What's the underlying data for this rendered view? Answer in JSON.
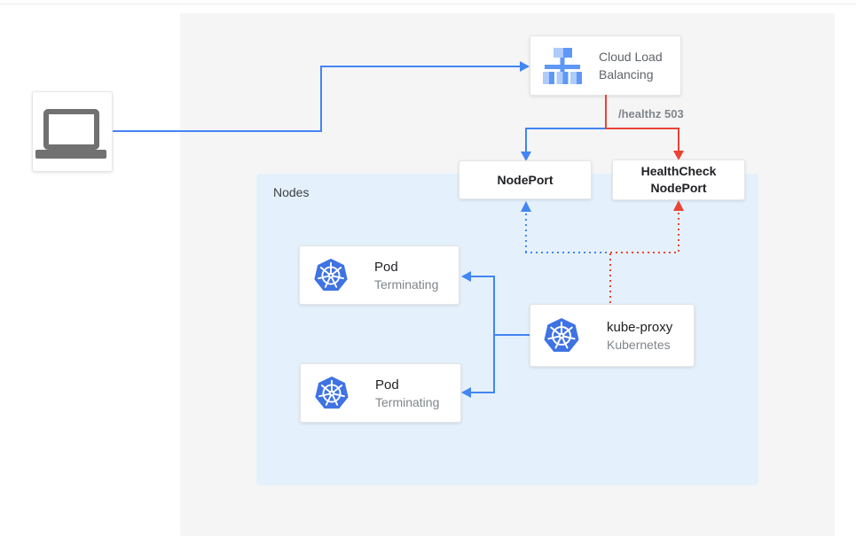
{
  "diagram_title": "kubernetes-health-check-nodeport-diagram",
  "colors": {
    "arrow_blue": "#4285f4",
    "arrow_red": "#ea4335",
    "outer_panel": "#f5f5f5",
    "nodes_panel": "#e4f1fc",
    "text_dark": "#202124",
    "text_gray": "#80868b",
    "label_gray": "#5f6368",
    "kubernetes_blue": "#3f73e3",
    "laptop_gray": "#717171"
  },
  "client": {
    "icon": "laptop-icon"
  },
  "cloud_lb": {
    "label": "Cloud Load Balancing",
    "icon": "load-balancer-icon"
  },
  "healthz": {
    "label": "/healthz 503"
  },
  "nodeport": {
    "label": "NodePort"
  },
  "healthcheck_nodeport": {
    "label": "HealthCheck NodePort"
  },
  "nodes_panel": {
    "label": "Nodes"
  },
  "pods": [
    {
      "title": "Pod",
      "subtitle": "Terminating",
      "icon": "kubernetes-helm-icon"
    },
    {
      "title": "Pod",
      "subtitle": "Terminating",
      "icon": "kubernetes-helm-icon"
    }
  ],
  "kube_proxy": {
    "title": "kube-proxy",
    "subtitle": "Kubernetes",
    "icon": "kubernetes-helm-icon"
  },
  "edges": [
    "client -> cloud-load-balancing (blue solid)",
    "cloud-load-balancing -> nodeport (blue solid)",
    "cloud-load-balancing -> healthcheck-nodeport (red solid, /healthz 503)",
    "kube-proxy -> nodeport (blue dotted)",
    "kube-proxy -> healthcheck-nodeport (red dotted)",
    "kube-proxy -> pod-1 (blue solid)",
    "kube-proxy -> pod-2 (blue solid)"
  ]
}
